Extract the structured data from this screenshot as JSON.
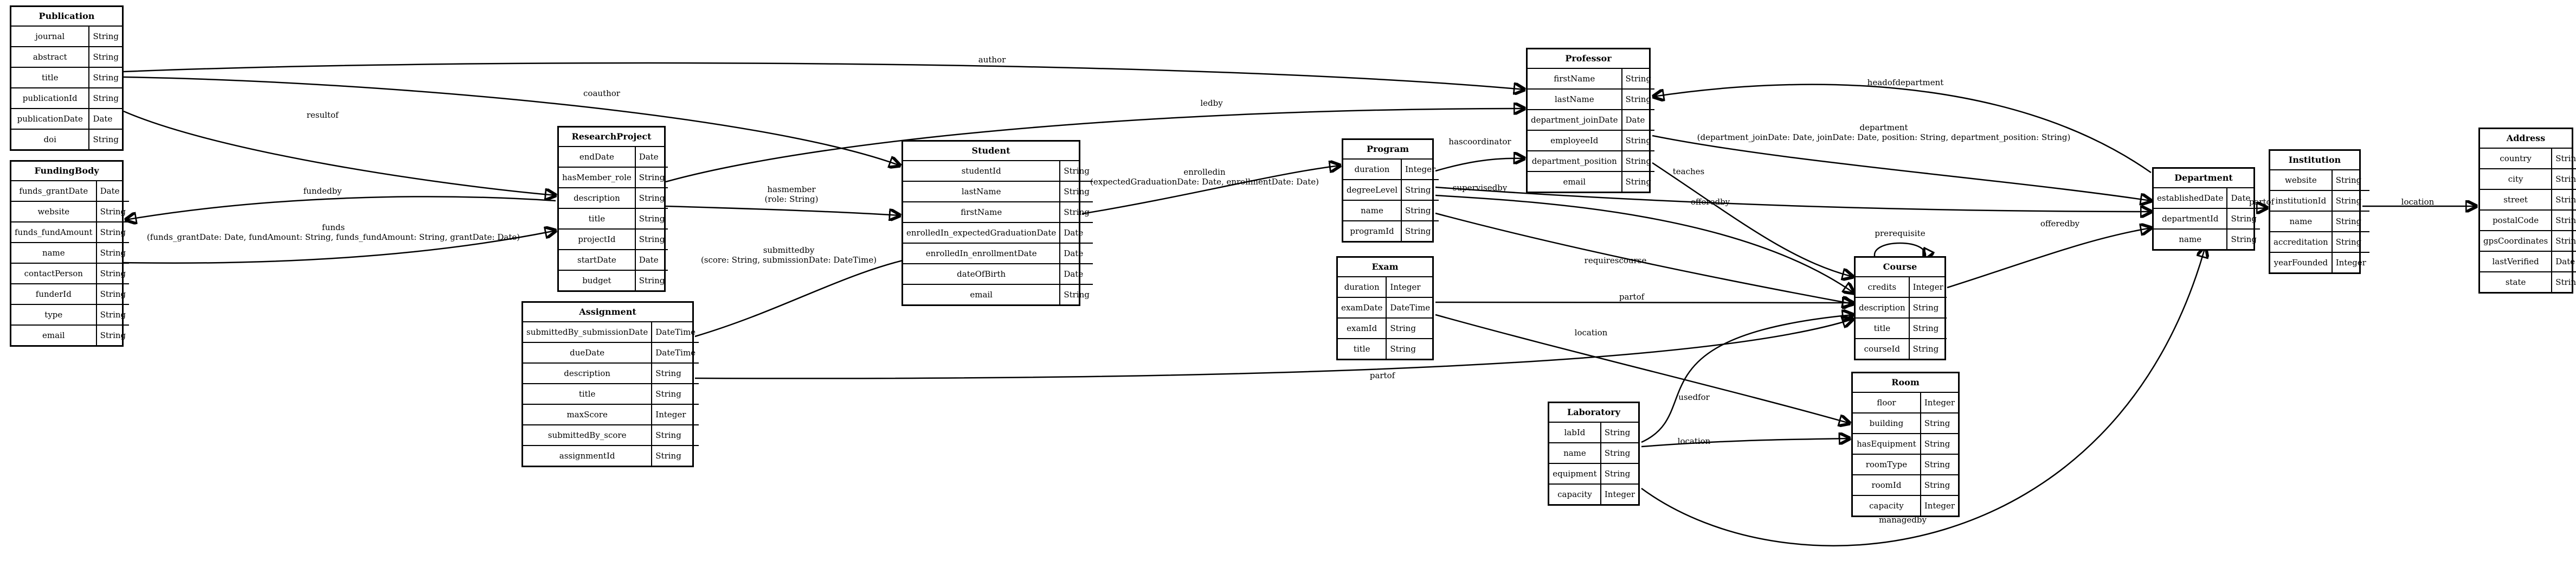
{
  "nodes": {
    "publication": {
      "title": "Publication",
      "attrs": [
        [
          "journal",
          "String"
        ],
        [
          "abstract",
          "String"
        ],
        [
          "title",
          "String"
        ],
        [
          "publicationId",
          "String"
        ],
        [
          "publicationDate",
          "Date"
        ],
        [
          "doi",
          "String"
        ]
      ]
    },
    "fundingbody": {
      "title": "FundingBody",
      "attrs": [
        [
          "funds_grantDate",
          "Date"
        ],
        [
          "website",
          "String"
        ],
        [
          "funds_fundAmount",
          "String"
        ],
        [
          "name",
          "String"
        ],
        [
          "contactPerson",
          "String"
        ],
        [
          "funderId",
          "String"
        ],
        [
          "type",
          "String"
        ],
        [
          "email",
          "String"
        ]
      ]
    },
    "researchproject": {
      "title": "ResearchProject",
      "attrs": [
        [
          "endDate",
          "Date"
        ],
        [
          "hasMember_role",
          "String"
        ],
        [
          "description",
          "String"
        ],
        [
          "title",
          "String"
        ],
        [
          "projectId",
          "String"
        ],
        [
          "startDate",
          "Date"
        ],
        [
          "budget",
          "String"
        ]
      ]
    },
    "assignment": {
      "title": "Assignment",
      "attrs": [
        [
          "submittedBy_submissionDate",
          "DateTime"
        ],
        [
          "dueDate",
          "DateTime"
        ],
        [
          "description",
          "String"
        ],
        [
          "title",
          "String"
        ],
        [
          "maxScore",
          "Integer"
        ],
        [
          "submittedBy_score",
          "String"
        ],
        [
          "assignmentId",
          "String"
        ]
      ]
    },
    "student": {
      "title": "Student",
      "attrs": [
        [
          "studentId",
          "String"
        ],
        [
          "lastName",
          "String"
        ],
        [
          "firstName",
          "String"
        ],
        [
          "enrolledIn_expectedGraduationDate",
          "Date"
        ],
        [
          "enrolledIn_enrollmentDate",
          "Date"
        ],
        [
          "dateOfBirth",
          "Date"
        ],
        [
          "email",
          "String"
        ]
      ]
    },
    "program": {
      "title": "Program",
      "attrs": [
        [
          "duration",
          "Integer"
        ],
        [
          "degreeLevel",
          "String"
        ],
        [
          "name",
          "String"
        ],
        [
          "programId",
          "String"
        ]
      ]
    },
    "exam": {
      "title": "Exam",
      "attrs": [
        [
          "duration",
          "Integer"
        ],
        [
          "examDate",
          "DateTime"
        ],
        [
          "examId",
          "String"
        ],
        [
          "title",
          "String"
        ]
      ]
    },
    "professor": {
      "title": "Professor",
      "attrs": [
        [
          "firstName",
          "String"
        ],
        [
          "lastName",
          "String"
        ],
        [
          "department_joinDate",
          "Date"
        ],
        [
          "employeeId",
          "String"
        ],
        [
          "department_position",
          "String"
        ],
        [
          "email",
          "String"
        ]
      ]
    },
    "course": {
      "title": "Course",
      "attrs": [
        [
          "credits",
          "Integer"
        ],
        [
          "description",
          "String"
        ],
        [
          "title",
          "String"
        ],
        [
          "courseId",
          "String"
        ]
      ]
    },
    "laboratory": {
      "title": "Laboratory",
      "attrs": [
        [
          "labId",
          "String"
        ],
        [
          "name",
          "String"
        ],
        [
          "equipment",
          "String"
        ],
        [
          "capacity",
          "Integer"
        ]
      ]
    },
    "room": {
      "title": "Room",
      "attrs": [
        [
          "floor",
          "Integer"
        ],
        [
          "building",
          "String"
        ],
        [
          "hasEquipment",
          "String"
        ],
        [
          "roomType",
          "String"
        ],
        [
          "roomId",
          "String"
        ],
        [
          "capacity",
          "Integer"
        ]
      ]
    },
    "department": {
      "title": "Department",
      "attrs": [
        [
          "establishedDate",
          "Date"
        ],
        [
          "departmentId",
          "String"
        ],
        [
          "name",
          "String"
        ]
      ]
    },
    "institution": {
      "title": "Institution",
      "attrs": [
        [
          "website",
          "String"
        ],
        [
          "institutionId",
          "String"
        ],
        [
          "name",
          "String"
        ],
        [
          "accreditation",
          "String"
        ],
        [
          "yearFounded",
          "Integer"
        ]
      ]
    },
    "address": {
      "title": "Address",
      "attrs": [
        [
          "country",
          "String"
        ],
        [
          "city",
          "String"
        ],
        [
          "street",
          "String"
        ],
        [
          "postalCode",
          "String"
        ],
        [
          "gpsCoordinates",
          "String"
        ],
        [
          "lastVerified",
          "Date"
        ],
        [
          "state",
          "String"
        ]
      ]
    }
  },
  "edges": [
    {
      "id": "author",
      "label": "author"
    },
    {
      "id": "coauthor",
      "label": "coauthor"
    },
    {
      "id": "resultof",
      "label": "resultof"
    },
    {
      "id": "fundedby",
      "label": "fundedby"
    },
    {
      "id": "funds",
      "label": "funds\n(funds_grantDate: Date, fundAmount: String, funds_fundAmount: String, grantDate: Date)"
    },
    {
      "id": "ledby",
      "label": "ledby"
    },
    {
      "id": "hasmember",
      "label": "hasmember\n(role: String)"
    },
    {
      "id": "submittedby",
      "label": "submittedby\n(score: String, submissionDate: DateTime)"
    },
    {
      "id": "enrolledin",
      "label": "enrolledin\n(expectedGraduationDate: Date, enrollmentDate: Date)"
    },
    {
      "id": "hascoordinator",
      "label": "hascoordinator"
    },
    {
      "id": "supervisedby",
      "label": "supervisedby"
    },
    {
      "id": "requirescourse",
      "label": "requirescourse"
    },
    {
      "id": "partof_exam",
      "label": "partof"
    },
    {
      "id": "partof_assignment",
      "label": "partof"
    },
    {
      "id": "location_exam",
      "label": "location"
    },
    {
      "id": "usedfor",
      "label": "usedfor"
    },
    {
      "id": "location_lab",
      "label": "location"
    },
    {
      "id": "managedby",
      "label": "managedby"
    },
    {
      "id": "teaches",
      "label": "teaches"
    },
    {
      "id": "offeredby_prof",
      "label": "offeredby"
    },
    {
      "id": "department",
      "label": "department\n(department_joinDate: Date, joinDate: Date, position: String, department_position: String)"
    },
    {
      "id": "headofdepartment",
      "label": "headofdepartment"
    },
    {
      "id": "prerequisite",
      "label": "prerequisite"
    },
    {
      "id": "offeredby_course",
      "label": "offeredby"
    },
    {
      "id": "partof_dept",
      "label": "partof"
    },
    {
      "id": "location_inst",
      "label": "location"
    }
  ]
}
